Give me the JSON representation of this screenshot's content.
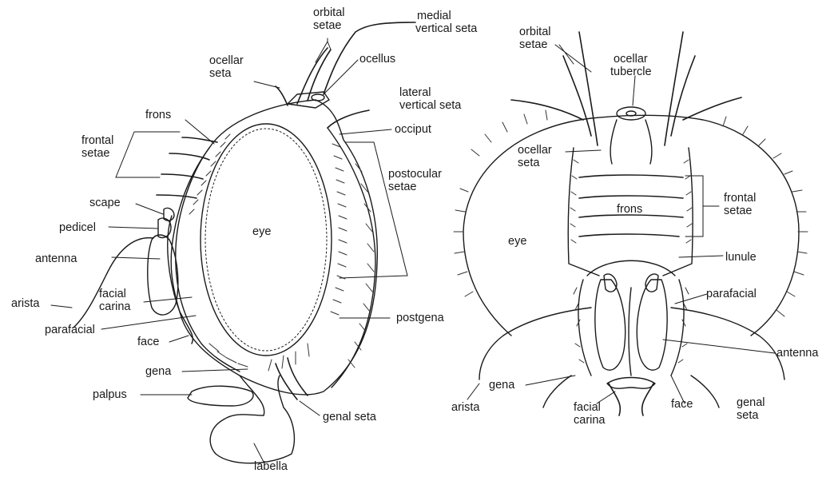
{
  "lateral_labels": {
    "orbital_setae": [
      "orbital",
      "setae"
    ],
    "medial_vertical_seta": [
      "medial",
      "vertical seta"
    ],
    "ocellar_seta": [
      "ocellar",
      "seta"
    ],
    "ocellus": "ocellus",
    "lateral_vertical_seta": [
      "lateral",
      "vertical seta"
    ],
    "frons": "frons",
    "occiput": "occiput",
    "frontal_setae": [
      "frontal",
      "setae"
    ],
    "postocular_setae": [
      "postocular",
      "setae"
    ],
    "scape": "scape",
    "pedicel": "pedicel",
    "eye": "eye",
    "antenna": "antenna",
    "facial_carina": [
      "facial",
      "carina"
    ],
    "arista": "arista",
    "parafacial": "parafacial",
    "postgena": "postgena",
    "face": "face",
    "gena": "gena",
    "palpus": "palpus",
    "genal_seta": "genal seta",
    "labella": "labella"
  },
  "frontal_labels": {
    "orbital_setae": [
      "orbital",
      "setae"
    ],
    "ocellar_tubercle": [
      "ocellar",
      "tubercle"
    ],
    "ocellar_seta": [
      "ocellar",
      "seta"
    ],
    "frontal_setae": [
      "frontal",
      "setae"
    ],
    "frons": "frons",
    "eye": "eye",
    "lunule": "lunule",
    "parafacial": "parafacial",
    "antenna": "antenna",
    "gena": "gena",
    "arista": "arista",
    "facial_carina": [
      "facial",
      "carina"
    ],
    "face": "face",
    "genal_seta": [
      "genal",
      "seta"
    ]
  }
}
